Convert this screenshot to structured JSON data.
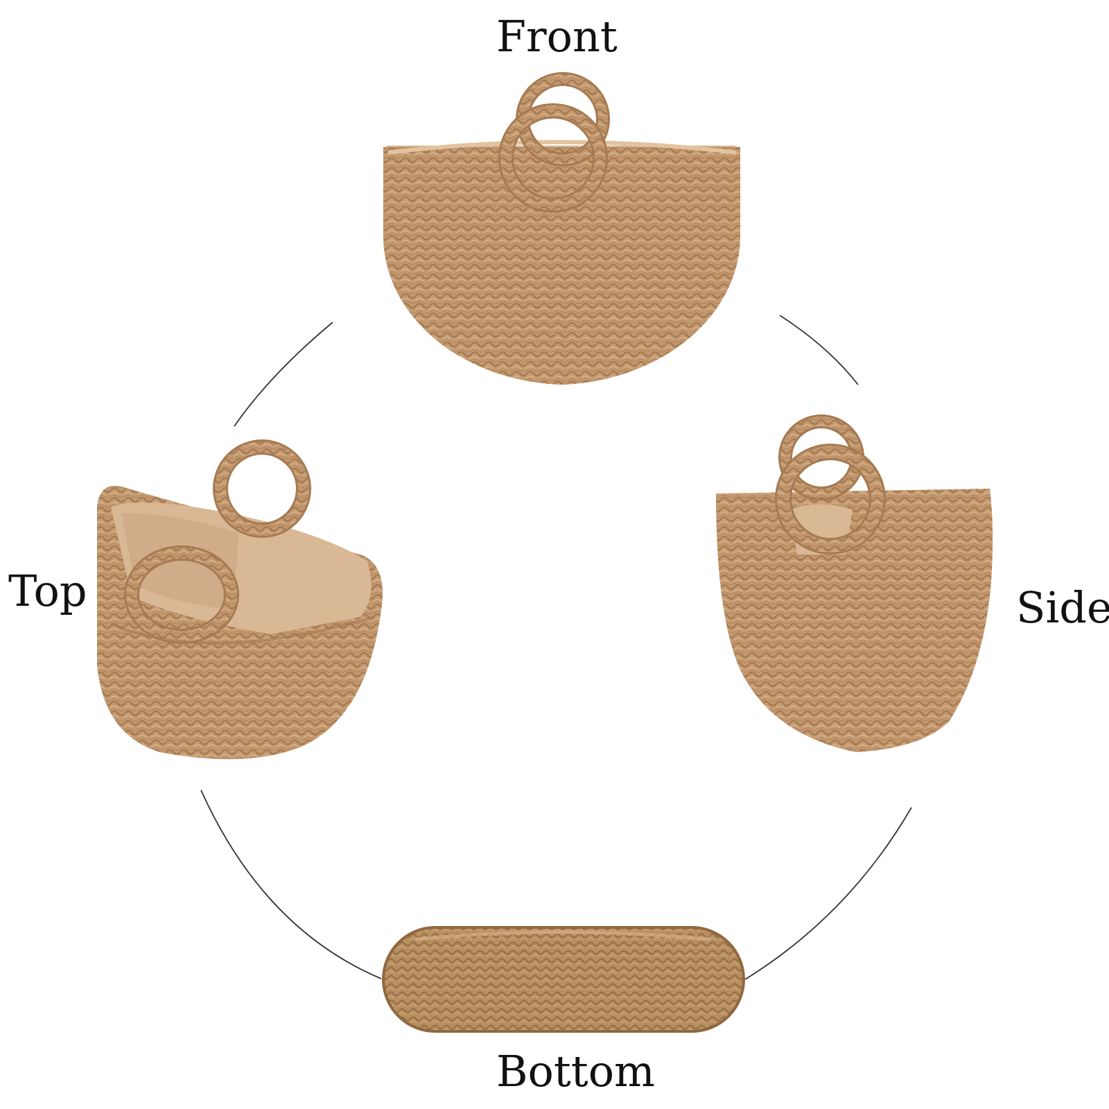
{
  "views": {
    "front": {
      "label": "Front"
    },
    "top": {
      "label": "Top"
    },
    "side": {
      "label": "Side"
    },
    "bottom": {
      "label": "Bottom"
    }
  },
  "colors": {
    "straw": "#c49a70",
    "straw_dark": "#a9794e",
    "straw_light": "#d8b48c",
    "lining": "#d9b896",
    "connector_line": "#333333",
    "text": "#111111",
    "background": "#ffffff"
  }
}
